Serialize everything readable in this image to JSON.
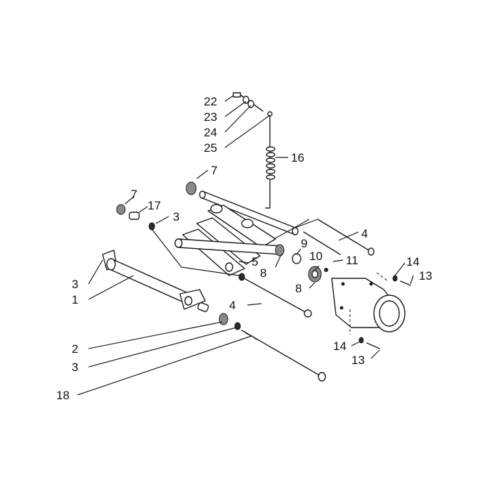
{
  "diagram": {
    "callouts": {
      "c1": "1",
      "c2": "2",
      "c3a": "3",
      "c3b": "3",
      "c3c": "3",
      "c4a": "4",
      "c4b": "4",
      "c5": "5",
      "c7a": "7",
      "c7b": "7",
      "c8a": "8",
      "c8b": "8",
      "c9": "9",
      "c10": "10",
      "c11": "11",
      "c13a": "13",
      "c13b": "13",
      "c14a": "14",
      "c14b": "14",
      "c16": "16",
      "c17": "17",
      "c18": "18",
      "c22": "22",
      "c23": "23",
      "c24": "24",
      "c25": "25"
    }
  }
}
